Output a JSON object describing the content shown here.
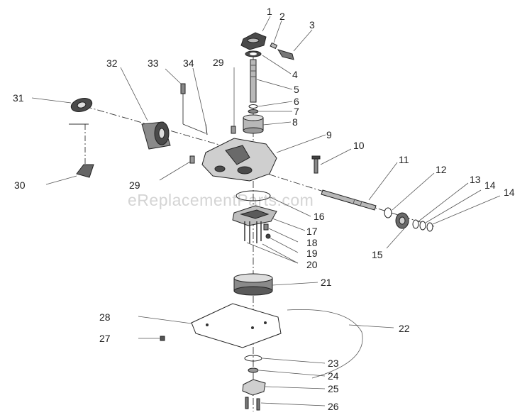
{
  "watermark": "eReplacementParts.com",
  "colors": {
    "ink": "#222222",
    "leader": "#555555",
    "metal": "#b8b8b8",
    "dark": "#4a4a4a",
    "watermark": "#d4d4d4"
  },
  "callouts": {
    "c1": "1",
    "c2": "2",
    "c3": "3",
    "c4": "4",
    "c5": "5",
    "c6": "6",
    "c7": "7",
    "c8": "8",
    "c9": "9",
    "c10": "10",
    "c11": "11",
    "c12": "12",
    "c13": "13",
    "c14a": "14",
    "c14b": "14",
    "c15": "15",
    "c16": "16",
    "c17": "17",
    "c18": "18",
    "c19": "19",
    "c20": "20",
    "c21": "21",
    "c22": "22",
    "c23": "23",
    "c24": "24",
    "c25": "25",
    "c26": "26",
    "c27": "27",
    "c28": "28",
    "c29a": "29",
    "c29b": "29",
    "c30": "30",
    "c31": "31",
    "c32": "32",
    "c33": "33",
    "c34": "34"
  }
}
